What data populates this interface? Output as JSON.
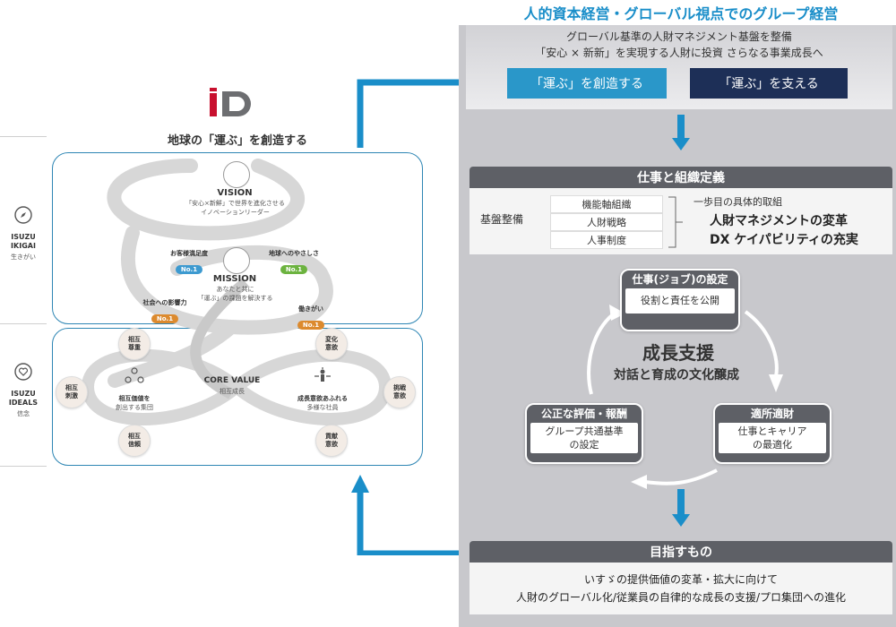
{
  "left": {
    "logo_text": "iD",
    "title": "地球の「運ぶ」を創造する",
    "side_ikigai": {
      "en_line1": "ISUZU",
      "en_line2": "IKIGAI",
      "jp": "生きがい"
    },
    "side_ideals": {
      "en_line1": "ISUZU",
      "en_line2": "IDEALS",
      "jp": "信念"
    },
    "vision": {
      "title": "VISION",
      "line1": "「安心×新鮮」で世界を進化させる",
      "line2": "イノベーションリーダー"
    },
    "mission": {
      "title": "MISSION",
      "line1": "あなたと共に",
      "line2": "「運ぶ」の課題を解決する"
    },
    "badges": [
      {
        "label": "お客様満足度",
        "value": "No.1"
      },
      {
        "label": "地球へのやさしさ",
        "value": "No.1"
      },
      {
        "label": "社会への影響力",
        "value": "No.1"
      },
      {
        "label": "働きがい",
        "value": "No.1"
      }
    ],
    "core_value": {
      "title": "CORE VALUE",
      "sub": "相互成長"
    },
    "nodes": {
      "top_left": "相互\n尊重",
      "left": "相互\n刺激",
      "bottom_left": "相互\n信頼",
      "top_right": "変化\n意欲",
      "right": "挑戦\n意欲",
      "bottom_right": "貢献\n意欲"
    },
    "left_center": {
      "line1": "相互価値を",
      "line2": "創出する集団"
    },
    "right_center": {
      "line1": "成長意欲あふれる",
      "line2": "多様な社員"
    }
  },
  "right": {
    "title": "人的資本経営・グローバル視点でのグループ経営",
    "top_line1": "グローバル基準の人財マネジメント基盤を整備",
    "top_line2": "「安心 × 新新」を実現する人財に投資 さらなる事業成長へ",
    "btn_create": "「運ぶ」を創造する",
    "btn_support": "「運ぶ」を支える",
    "section1_head": "仕事と組織定義",
    "kiban_label": "基盤整備",
    "kiban_items": [
      "機能軸組織",
      "人財戦略",
      "人事制度"
    ],
    "kiban_right_head": "一歩目の具体的取組",
    "kiban_right_lines": [
      "人財マネジメントの変革",
      "DX ケイパビリティの充実"
    ],
    "cycle": {
      "top": {
        "head": "仕事(ジョブ)の設定",
        "body": "役割と責任を公開"
      },
      "left": {
        "head": "公正な評価・報酬",
        "body1": "グループ共通基準",
        "body2": "の設定"
      },
      "right": {
        "head": "適所適財",
        "body1": "仕事とキャリア",
        "body2": "の最適化"
      },
      "center_title": "成長支援",
      "center_sub": "対話と育成の文化醸成"
    },
    "section2_head": "目指すもの",
    "goal_line1": "いすゞの提供価値の変革・拡大に向けて",
    "goal_line2": "人財のグローバル化/従業員の自律的な成長の支援/プロ集団への進化"
  },
  "colors": {
    "accent_blue": "#1a8ec9",
    "frame_blue": "#2e86b4",
    "dark_navy": "#1d2f57",
    "panel_gray": "#c8c8cc",
    "head_gray": "#5e6066"
  }
}
